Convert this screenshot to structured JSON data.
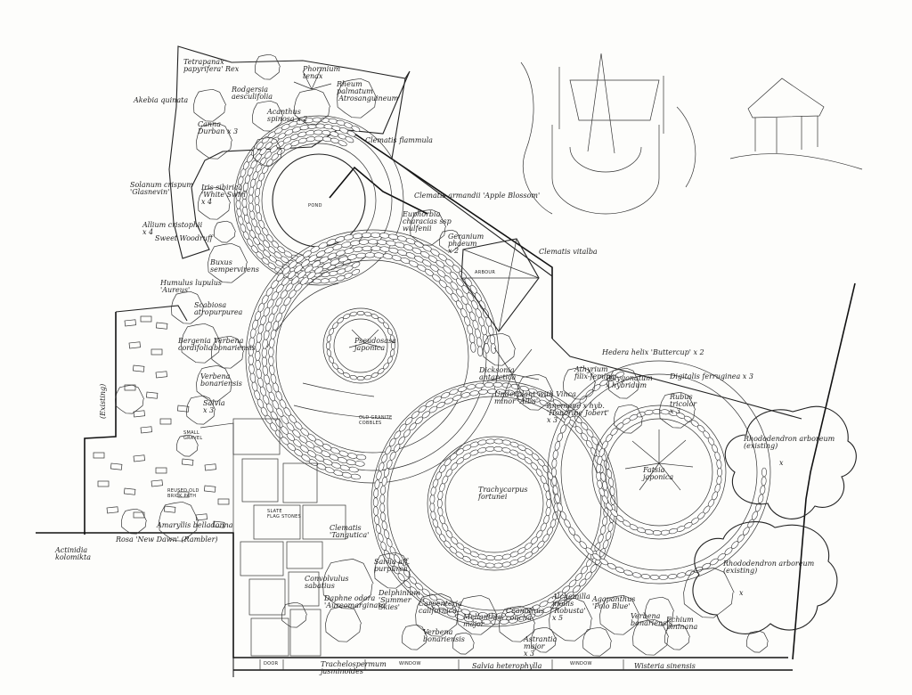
{
  "colors": {
    "ink": "#222222",
    "paper": "#fdfdfb"
  },
  "labels": {
    "tetrapanax": [
      "Tetrapanax",
      "papyrifera' Rex"
    ],
    "rodgersia": [
      "Rodgersia",
      "aesculifolia"
    ],
    "phormium": [
      "Phormium",
      "tenax"
    ],
    "rheum": [
      "Rheum",
      "palmatum",
      "'Atrosanguineum'"
    ],
    "akebia": "Akebia quinata",
    "acanthus": [
      "Acanthus",
      "spinosa x 2"
    ],
    "canna": [
      "Canna",
      "Durban x 3"
    ],
    "solanum": [
      "Solanum crispum",
      "'Glasnevin'"
    ],
    "iris": [
      "Iris sibirica",
      "'White Swirl'",
      "x 4"
    ],
    "allium": [
      "Allium cristophii",
      "x 4"
    ],
    "sweet_woodruff": "Sweet Woodruff",
    "buxus": [
      "Buxus",
      "sempervirens"
    ],
    "humulus": [
      "Humulus lupulus",
      "'Aureus'"
    ],
    "scabiosa": [
      "Scabiosa",
      "atropurpurea"
    ],
    "bergenia": [
      "Bergenia",
      "cordifolia"
    ],
    "verbena_bon1": [
      "Verbena",
      "bonariensis"
    ],
    "verbena_bon2": [
      "Verbena",
      "bonariensis"
    ],
    "salvia_x3": [
      "Salvia",
      "x 3"
    ],
    "existing_fence": "(Existing)",
    "fence_note": [
      "SMALL",
      "GRAVEL"
    ],
    "reused_brick": [
      "REUSED OLD",
      "BRICK PATH"
    ],
    "actinidia": [
      "Actinidia",
      "kolomikta"
    ],
    "amaryllis": "Amaryllis belladonna",
    "rosa": "Rosa 'New Dawn' (Rambler)",
    "clematis_flammula": "Clematis flammula",
    "pond": "POND",
    "clematis_armandii": "Clematis armandii 'Apple Blossom'",
    "euphorbia": [
      "Euphorbia",
      "characias ssp",
      "wulfenii"
    ],
    "geranium_x2": [
      "Geranium",
      "phaeum",
      "x 2"
    ],
    "arbour": "ARBOUR",
    "clematis_vitalba": "Clematis vitalba",
    "pseudosasa": [
      "Pseudosasa",
      "japonica"
    ],
    "old_granite": [
      "OLD GRANITE",
      "COBBLES"
    ],
    "hedera": "Hedera helix 'Buttercup' x 2",
    "digitalis": "Digitalis ferruginea x 3",
    "dicksonia": [
      "Dicksonia",
      "antarctica"
    ],
    "gunnera": [
      "Underplant with Vinca",
      "minor 'Alba'"
    ],
    "athyrium": [
      "Athyrium",
      "filix-femina"
    ],
    "polygonatum": [
      "Polygonatum",
      "x hybridum"
    ],
    "anemone": [
      "Anemone x hyb.",
      "'Honorine Jobert'",
      "x 3"
    ],
    "rubus": [
      "Rubus",
      "tricolor",
      "x 3"
    ],
    "rhododendron1": [
      "Rhododendron arboreum",
      "(existing)"
    ],
    "rhododendron2": [
      "Rhododendron arboreum",
      "(existing)"
    ],
    "trachycarpus": [
      "Trachycarpus",
      "fortunei"
    ],
    "fatsia": [
      "Fatsia",
      "japonica"
    ],
    "slate": [
      "SLATE",
      "FLAG STONES"
    ],
    "clematis_montana": [
      "Clematis",
      "'Tangutica'"
    ],
    "convolvulus": [
      "Convolvulus",
      "sabatius"
    ],
    "salvia_purpurea": [
      "Salvia aff.",
      "purpurea"
    ],
    "daphne": [
      "Daphne odora",
      "'Aureomarginata'"
    ],
    "delphinium": [
      "Delphinium",
      "'Summer",
      "Skies'"
    ],
    "carpenteria": [
      "Carpenteria",
      "californica"
    ],
    "melianthus": [
      "Melianthus",
      "major"
    ],
    "ceanothus": [
      "Ceanothus",
      "concha"
    ],
    "verbena_bon3": [
      "Verbena",
      "bonariensis"
    ],
    "astrantia": [
      "Astrantia",
      "major",
      "x 3"
    ],
    "alchemilla": [
      "Alchemilla",
      "mollis",
      "'Robusta'",
      "x 5"
    ],
    "agapanthus": [
      "Agapanthus",
      "'Polo Blue'"
    ],
    "verbena_bon4": [
      "Verbena",
      "bonariensis"
    ],
    "echium": [
      "Echium",
      "pininana"
    ],
    "trachelospermum": [
      "Trachelospermum",
      "jasminoides"
    ],
    "salvia_heterophylla": "Salvia heterophylla",
    "wisteria": "Wisteria sinensis",
    "door": "DOOR",
    "window1": "WINDOW",
    "window2": "WINDOW",
    "marker_x1": "x",
    "marker_x2": "x"
  }
}
